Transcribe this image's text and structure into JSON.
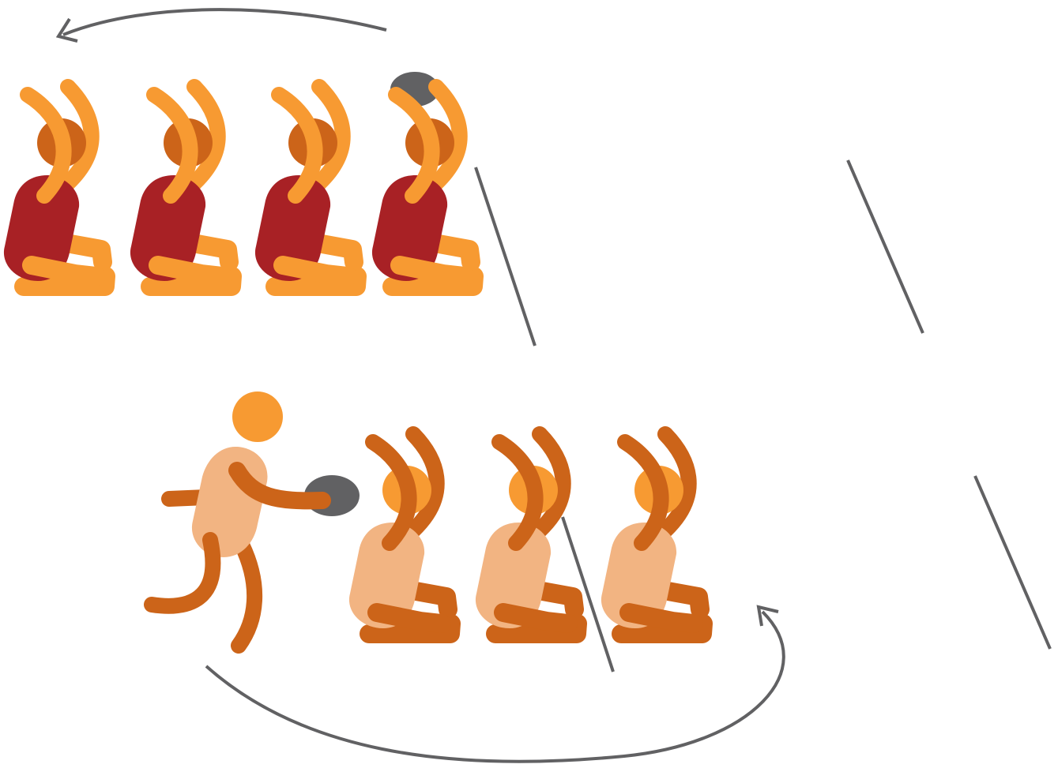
{
  "colors": {
    "background": "#ffffff",
    "team_a_body": "#a82125",
    "team_a_limbs": "#f79a32",
    "team_a_head": "#cc6419",
    "team_b_body": "#f2b482",
    "team_b_limbs": "#cc6419",
    "team_b_head": "#f79a32",
    "thrower_head": "#f79a32",
    "ball": "#616163",
    "lines": "#616163"
  },
  "icons": {
    "ball": "ball-icon",
    "arrow": "curved-arrow-icon",
    "player": "person-icon"
  },
  "scene": {
    "team_a_players": 4,
    "team_b_kneeling_players": 3,
    "thrower_count": 1,
    "arrows": 2,
    "court_lines": 4
  }
}
